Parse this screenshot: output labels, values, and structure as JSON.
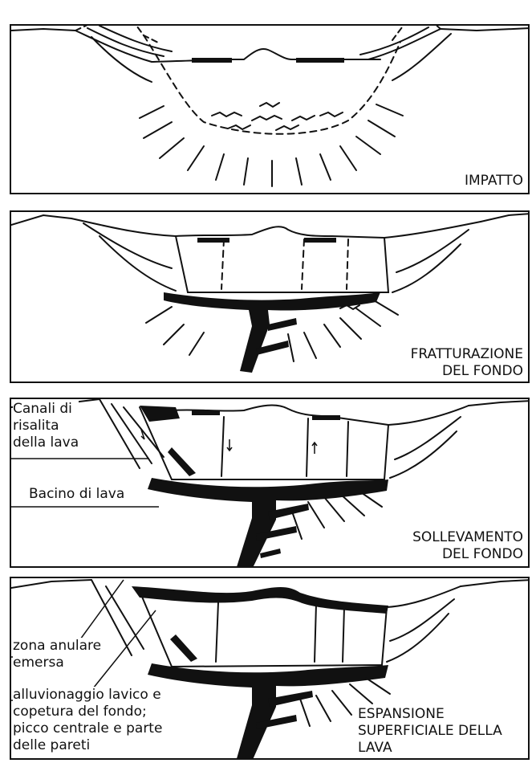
{
  "panels": [
    {
      "id": "impatto",
      "stage_lines": [
        "IMPATTO"
      ]
    },
    {
      "id": "fratturazione",
      "stage_lines": [
        "FRATTURAZIONE",
        "DEL FONDO"
      ]
    },
    {
      "id": "sollevamento",
      "stage_lines": [
        "SOLLEVAMENTO",
        "DEL FONDO"
      ]
    },
    {
      "id": "espansione",
      "stage_lines": [
        "ESPANSIONE",
        "SUPERFICIALE DELLA",
        "LAVA"
      ]
    }
  ],
  "annotations": {
    "canali": [
      "Canali di",
      "risalita",
      "della lava"
    ],
    "bacino": [
      "Bacino di lava"
    ],
    "zona": [
      "zona anulare",
      "emersa"
    ],
    "alluvionaggio": [
      "alluvionaggio lavico e",
      "copetura del fondo;",
      "picco centrale e parte",
      "delle pareti"
    ]
  },
  "colors": {
    "ink": "#111111",
    "paper": "#ffffff"
  }
}
